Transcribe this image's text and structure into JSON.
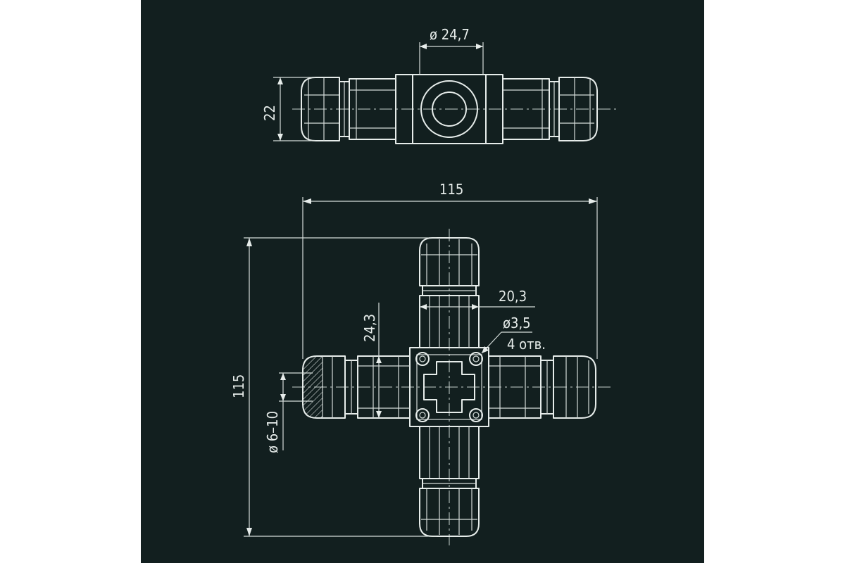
{
  "colors": {
    "background": "#121f1f",
    "line": "#e6ecea"
  },
  "drawing": {
    "top_view": {
      "diameter_label": "ø 24,7",
      "height_label": "22"
    },
    "front_view": {
      "overall_width_label": "115",
      "overall_height_label": "115",
      "arm_width_label": "20,3",
      "offset_label": "24,3",
      "hole_diameter_label": "ø3,5",
      "hole_count_label": "4 отв.",
      "cable_range_label": "ø 6–10"
    }
  }
}
